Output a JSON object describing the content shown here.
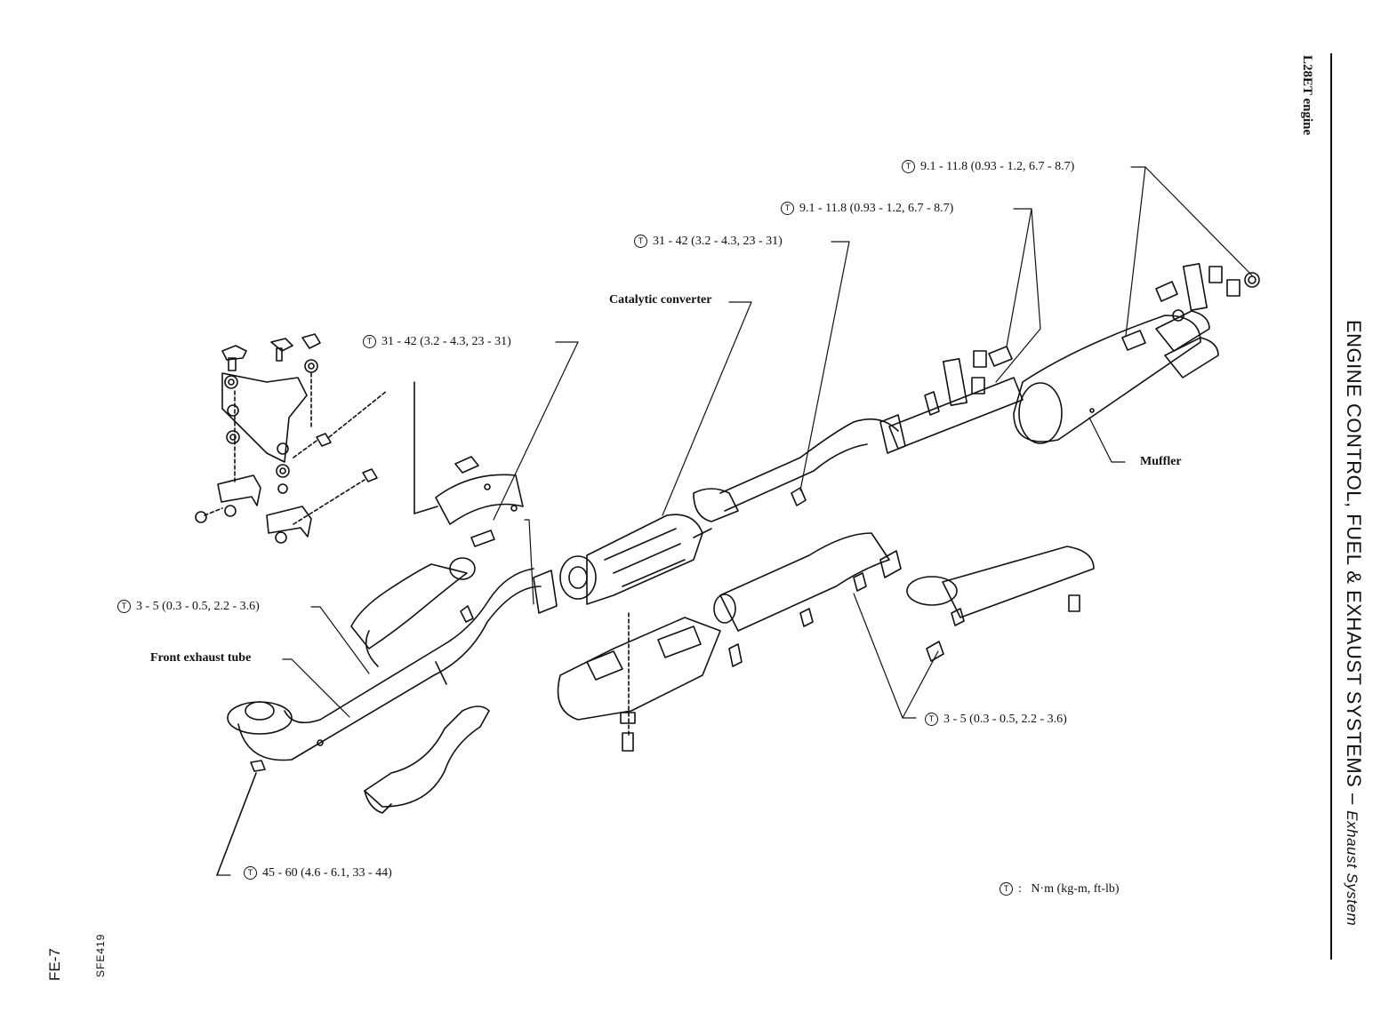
{
  "header": {
    "engine": "L28ET engine",
    "section_title": "ENGINE CONTROL, FUEL & EXHAUST SYSTEMS",
    "section_subtitle": "Exhaust System"
  },
  "footer": {
    "figure_code": "SFE419",
    "page_number": "FE-7"
  },
  "torque_symbol": "T",
  "torque_specs": {
    "top_1": "9.1 - 11.8 (0.93 - 1.2, 6.7 - 8.7)",
    "top_2": "9.1 - 11.8 (0.93 - 1.2, 6.7 - 8.7)",
    "top_3": "31 - 42 (3.2 - 4.3, 23 - 31)",
    "mid": "31 - 42 (3.2 - 4.3, 23 - 31)",
    "left": "3 - 5 (0.3 - 0.5, 2.2 - 3.6)",
    "right": "3 - 5 (0.3 - 0.5, 2.2 - 3.6)",
    "bottom": "45 - 60 (4.6 - 6.1, 33 - 44)"
  },
  "part_labels": {
    "catalytic_converter": "Catalytic converter",
    "muffler": "Muffler",
    "front_exhaust_tube": "Front exhaust tube"
  },
  "legend": {
    "separator": ":",
    "units": "N·m (kg-m, ft-lb)"
  }
}
